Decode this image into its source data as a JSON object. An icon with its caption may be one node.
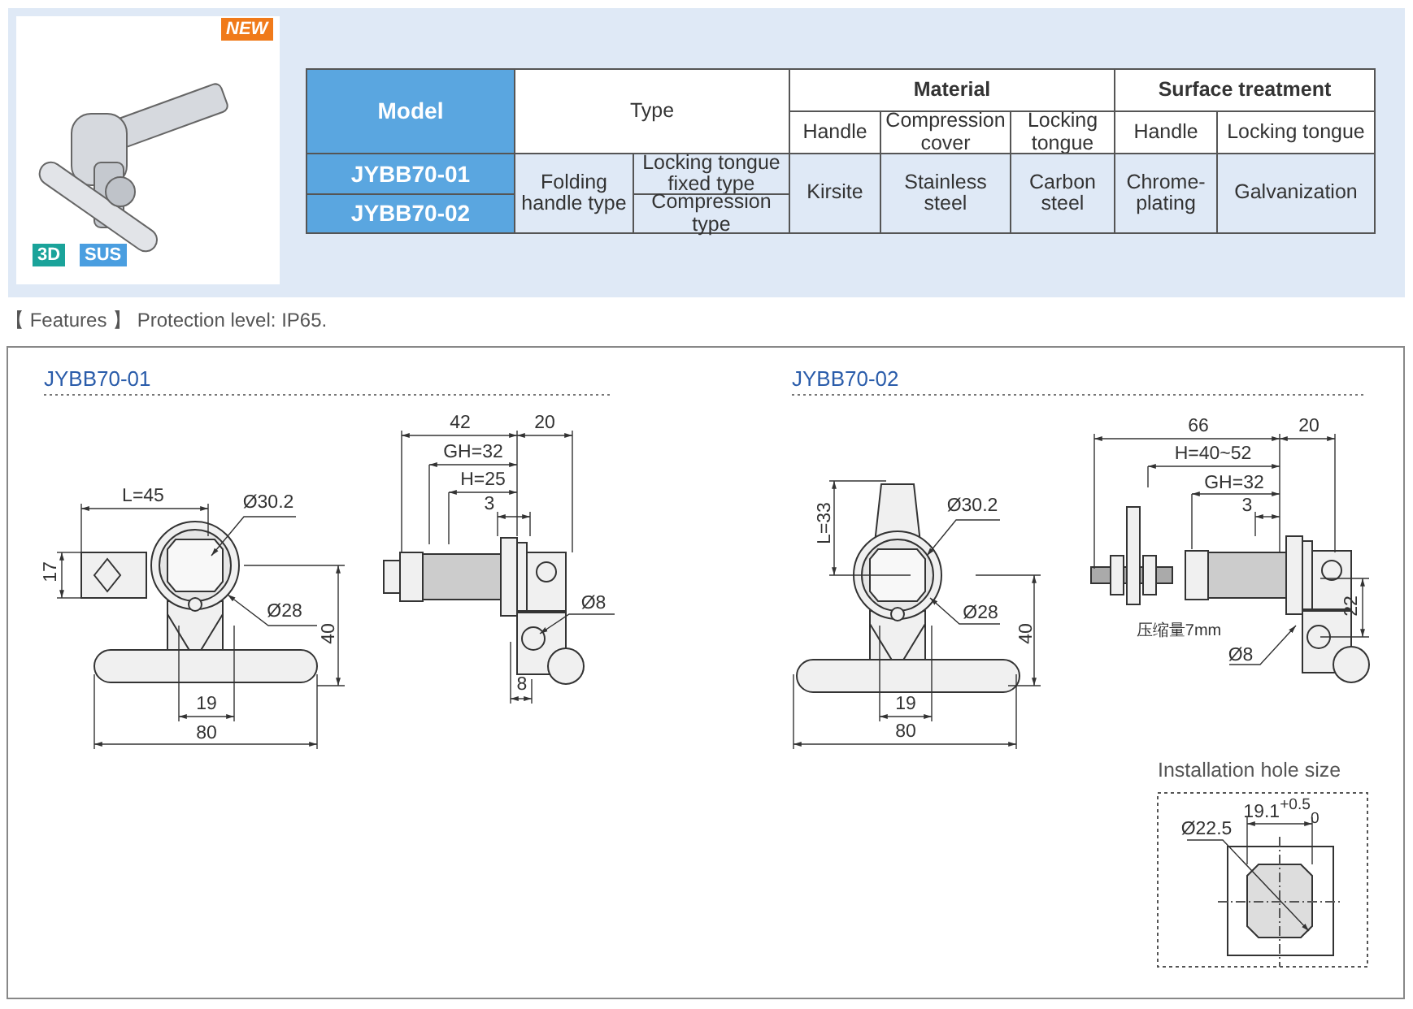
{
  "diagram": {
    "labels": [
      "NEW",
      "3D",
      "SUS",
      "Model",
      "Type",
      "Material",
      "Surface treatment",
      "Handle",
      "Compression cover",
      "Locking tongue",
      "Handle",
      "Locking tongue",
      "JYBB70-01",
      "Folding handle type",
      "Locking tongue fixed type",
      "Kirsite",
      "Stainless steel",
      "Carbon steel",
      "Chrome-plating",
      "Galvanization",
      "JYBB70-02",
      "Compression type",
      "【 Features 】 Protection level: IP65.",
      "JYBB70-01",
      "L=45",
      "Ø30.2",
      "17",
      "Ø28",
      "40",
      "19",
      "80",
      "42",
      "20",
      "GH=32",
      "H=25",
      "3",
      "Ø8",
      "8",
      "JYBB70-02",
      "L=33",
      "Ø30.2",
      "Ø28",
      "40",
      "19",
      "80",
      "66",
      "20",
      "H=40~52",
      "GH=32",
      "3",
      "22",
      "压缩量7mm",
      "Ø8",
      "Installation hole size",
      "Ø22.5",
      "19.1$^{+0.5}$$_{0}$"
    ]
  }
}
